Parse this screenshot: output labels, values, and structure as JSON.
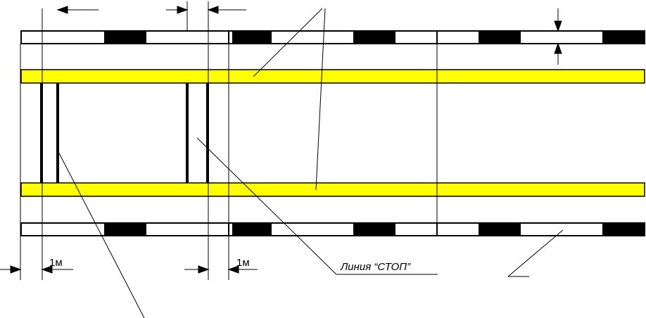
{
  "labels": {
    "dim_left": "1м",
    "dim_right": "1м",
    "stop_line": "Линия “СТОП”"
  },
  "colors": {
    "yellow_line": "#ffff00",
    "stroke": "#000000",
    "background": "#ffffff"
  }
}
